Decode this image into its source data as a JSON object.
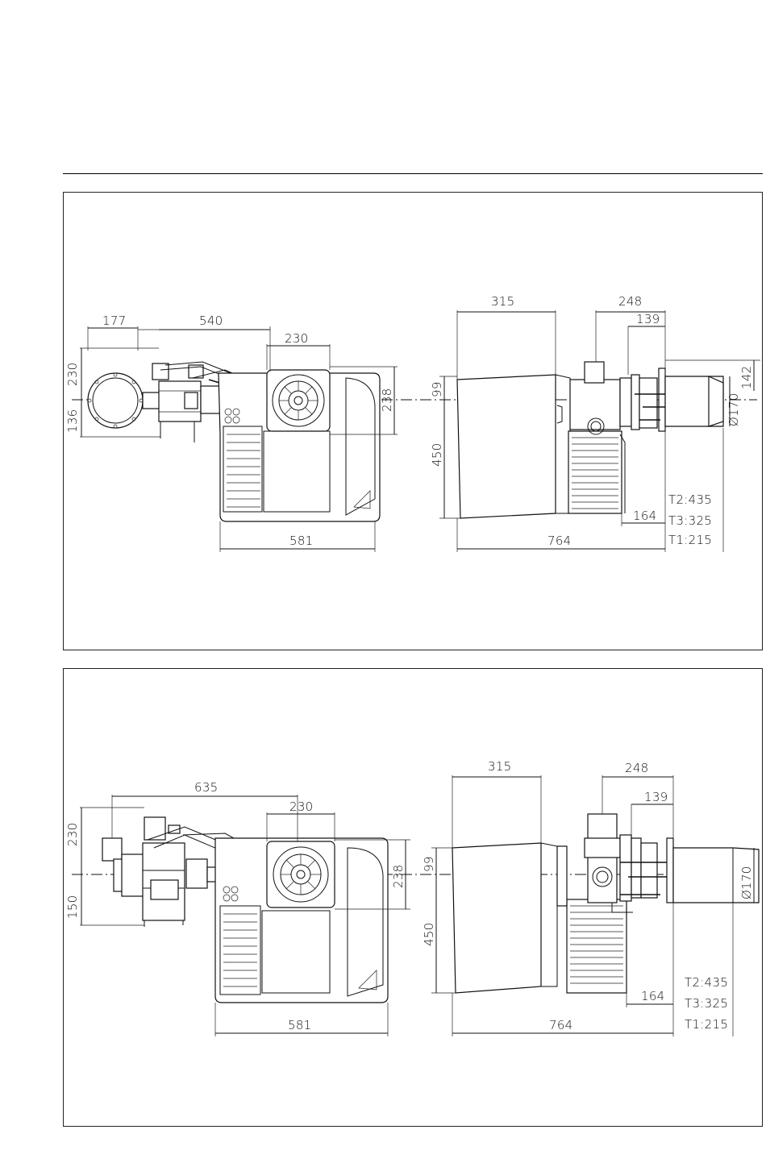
{
  "panels": [
    {
      "id": "top",
      "front_view": {
        "w_177": "177",
        "w_540": "540",
        "w_230": "230",
        "h_230": "230",
        "h_136": "136",
        "h_238": "238",
        "w_581": "581"
      },
      "side_view": {
        "w_315": "315",
        "w_248": "248",
        "w_139": "139",
        "h_99": "99",
        "h_450": "450",
        "h_142": "142",
        "d_170": "Ø170",
        "w_164": "164",
        "w_764": "764",
        "t2": "T2:435",
        "t3": "T3:325",
        "t1": "T1:215"
      }
    },
    {
      "id": "bottom",
      "front_view": {
        "w_635": "635",
        "w_230": "230",
        "h_230": "230",
        "h_150": "150",
        "h_238": "238",
        "w_581": "581"
      },
      "side_view": {
        "w_315": "315",
        "w_248": "248",
        "w_139": "139",
        "h_99": "99",
        "h_450": "450",
        "d_170": "Ø170",
        "w_164": "164",
        "w_764": "764",
        "t2": "T2:435",
        "t3": "T3:325",
        "t1": "T1:215"
      }
    }
  ]
}
